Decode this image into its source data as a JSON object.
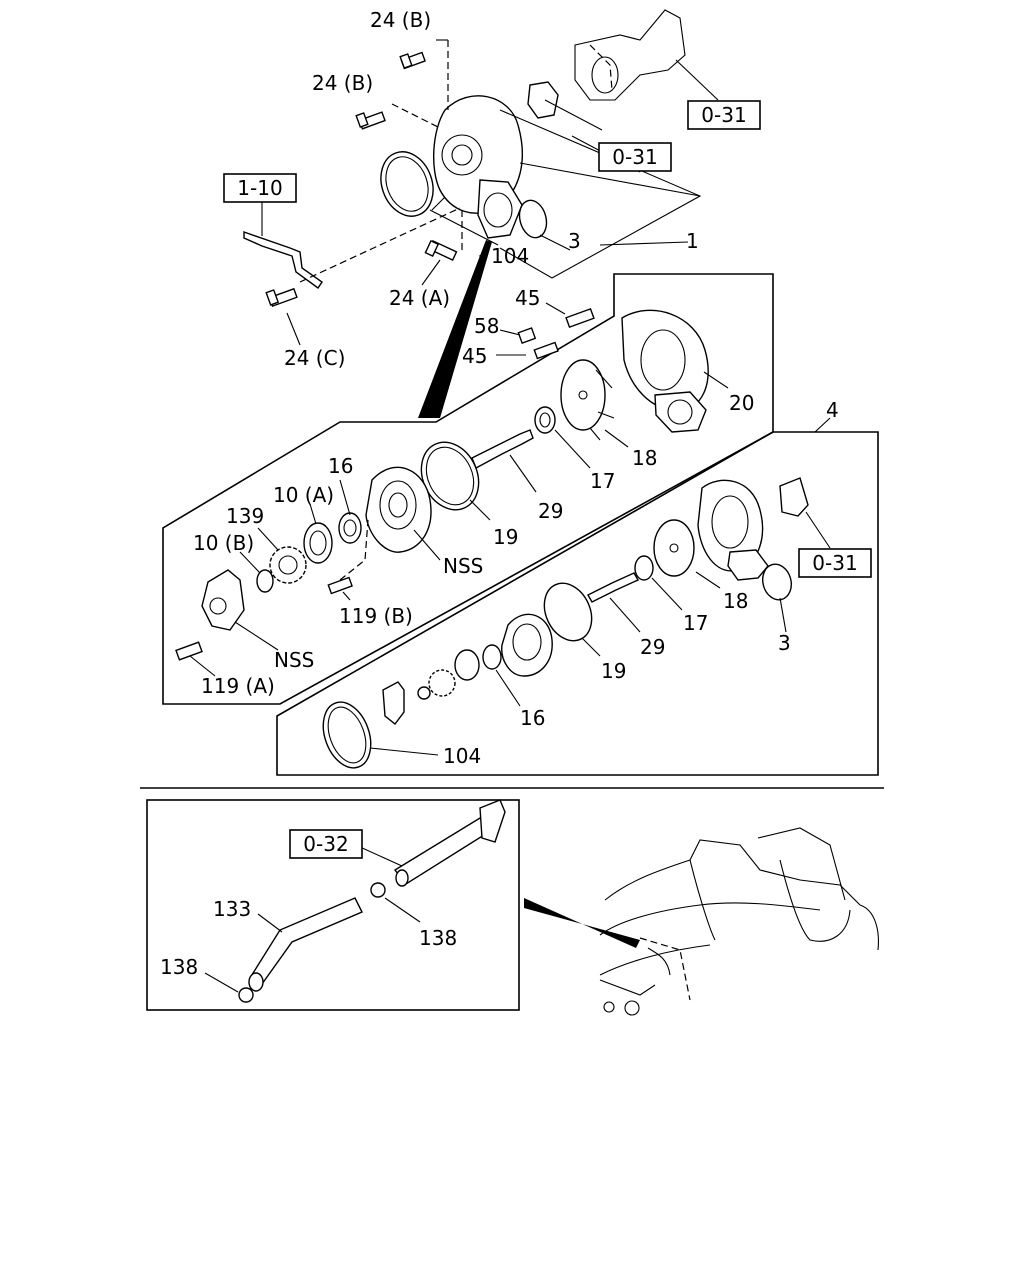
{
  "refs": {
    "r_0_31_a": "0-31",
    "r_0_31_b": "0-31",
    "r_0_31_c": "0-31",
    "r_1_10": "1-10",
    "r_0_32": "0-32"
  },
  "callouts": {
    "c_24b_top": "24 (B)",
    "c_24b_mid": "24 (B)",
    "c_24a": "24 (A)",
    "c_24c": "24 (C)",
    "c_1": "1",
    "c_3_top": "3",
    "c_104_top": "104",
    "c_45_a": "45",
    "c_45_b": "45",
    "c_58": "58",
    "c_20": "20",
    "c_4": "4",
    "c_16_a": "16",
    "c_139": "139",
    "c_10a": "10 (A)",
    "c_10b": "10 (B)",
    "c_nss_a": "NSS",
    "c_nss_b": "NSS",
    "c_19_a": "19",
    "c_29_a": "29",
    "c_17_a": "17",
    "c_18_a": "18",
    "c_119b": "119 (B)",
    "c_119a": "119 (A)",
    "c_18_b": "18",
    "c_17_b": "17",
    "c_29_b": "29",
    "c_3_b": "3",
    "c_19_b": "19",
    "c_16_b": "16",
    "c_104_b": "104",
    "c_133": "133",
    "c_138_a": "138",
    "c_138_b": "138"
  }
}
